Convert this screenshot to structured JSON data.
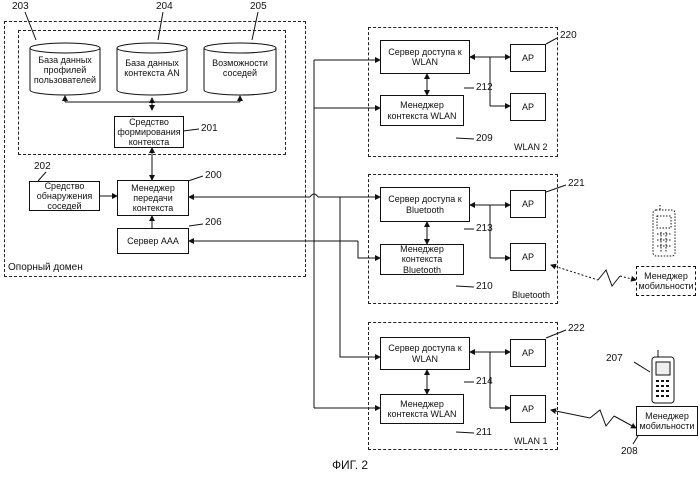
{
  "core": {
    "domain_label": "Опорный домен",
    "db_profiles": "База данных профилей пользователей",
    "db_context": "База данных контекста AN",
    "db_neighbors": "Возможности соседей",
    "context_former": "Средство формирования контекста",
    "context_transfer": "Менеджер передачи контекста",
    "neighbor_detect": "Средство обнаружения соседей",
    "aaa_server": "Сервер AAA"
  },
  "wlan2": {
    "access_server": "Сервер доступа к WLAN",
    "context_manager": "Менеджер контекста WLAN",
    "ap1": "AP",
    "ap2": "AP",
    "label": "WLAN 2"
  },
  "bluetooth": {
    "access_server": "Сервер доступа к Bluetooth",
    "context_manager": "Менеджер контекста Bluetooth",
    "ap1": "AP",
    "ap2": "AP",
    "label": "Bluetooth",
    "mobility_manager": "Менеджер мобильности"
  },
  "wlan1": {
    "access_server": "Сервер доступа к WLAN",
    "context_manager": "Менеджер контекста WLAN",
    "ap1": "AP",
    "ap2": "AP",
    "label": "WLAN 1",
    "mobility_manager": "Менеджер мобильности"
  },
  "refs": {
    "n200": "200",
    "n201": "201",
    "n202": "202",
    "n203": "203",
    "n204": "204",
    "n205": "205",
    "n206": "206",
    "n207": "207",
    "n208": "208",
    "n209": "209",
    "n210": "210",
    "n211": "211",
    "n212": "212",
    "n213": "213",
    "n214": "214",
    "n220": "220",
    "n221": "221",
    "n222": "222"
  },
  "caption": "ФИГ. 2"
}
